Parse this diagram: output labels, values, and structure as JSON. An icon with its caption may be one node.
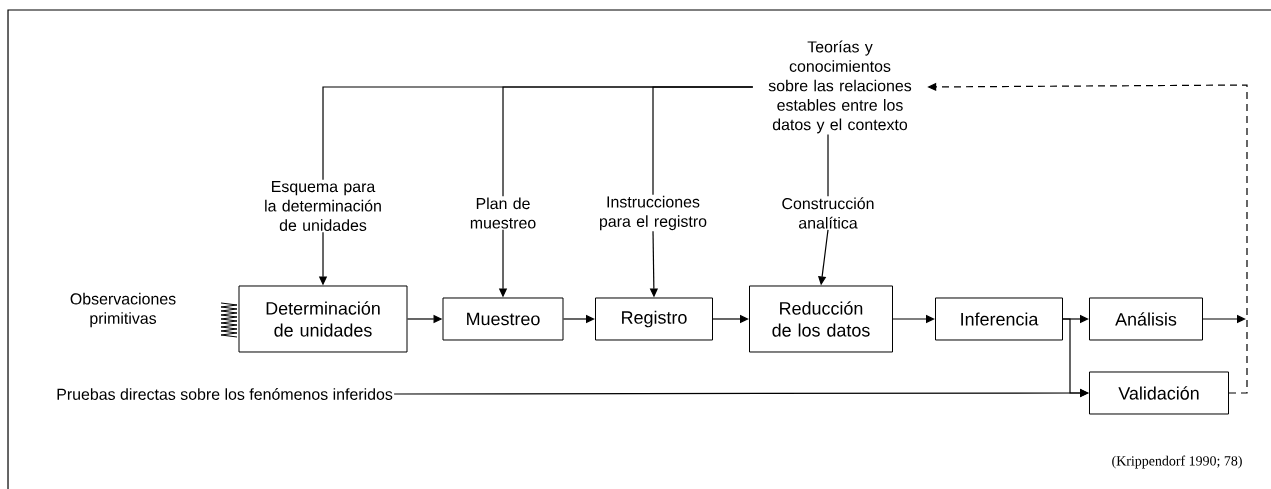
{
  "diagram": {
    "caption": "(Krippendorf 1990; 78)",
    "nodes": [
      {
        "text": [
          "Teorías y conocimientos sobre las relaciones estables entre los datos y el contexto"
        ]
      },
      {
        "text": [
          "Esquema para la determinación de unidades"
        ]
      },
      {
        "text": [
          "Plan de muestreo"
        ]
      },
      {
        "text": [
          "Instrucciones para el registro"
        ]
      },
      {
        "text": [
          "Construcción analítica"
        ]
      },
      {
        "text": [
          "Observaciones primitivas"
        ]
      },
      {
        "text": [
          "Determinación de unidades"
        ]
      },
      {
        "text": [
          "Muestreo"
        ]
      },
      {
        "text": [
          "Registro"
        ]
      },
      {
        "text": [
          "Reducción de los datos"
        ]
      },
      {
        "text": [
          "Inferencia"
        ]
      },
      {
        "text": [
          "Análisis"
        ]
      },
      {
        "text": [
          "Pruebas directas sobre los fenómenos inferidos"
        ]
      },
      {
        "text": [
          "Validación"
        ]
      }
    ],
    "edges": [
      {
        "from": 0,
        "to": 1,
        "arrow": "none"
      },
      {
        "from": 0,
        "to": 2,
        "arrow": "none"
      },
      {
        "from": 0,
        "to": 3,
        "arrow": "none"
      },
      {
        "from": 0,
        "to": 4,
        "arrow": "none"
      },
      {
        "from": 1,
        "to": 6,
        "arrow": "to"
      },
      {
        "from": 2,
        "to": 7,
        "arrow": "to"
      },
      {
        "from": 3,
        "to": 8,
        "arrow": "to"
      },
      {
        "from": 4,
        "to": 9,
        "arrow": "to"
      },
      {
        "from": 6,
        "to": 7,
        "arrow": "to"
      },
      {
        "from": 7,
        "to": 8,
        "arrow": "to"
      },
      {
        "from": 8,
        "to": 9,
        "arrow": "to"
      },
      {
        "from": 9,
        "to": 10,
        "arrow": "to"
      },
      {
        "from": 10,
        "to": 11,
        "arrow": "to"
      },
      {
        "from": 10,
        "to": 13,
        "arrow": "to"
      },
      {
        "from": 12,
        "to": 13,
        "arrow": "to"
      },
      {
        "from": 11,
        "to": null,
        "arrow": "to"
      },
      {
        "from": 13,
        "to": 0,
        "arrow": "to",
        "style": "dashed"
      }
    ]
  }
}
